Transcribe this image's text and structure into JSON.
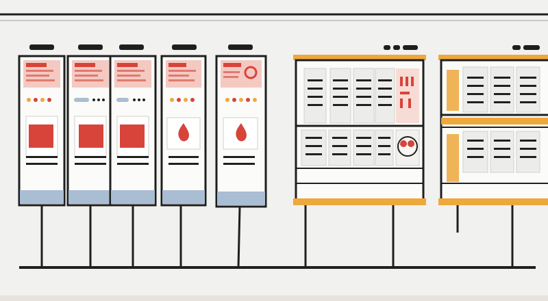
{
  "palette": {
    "background": "#f1f1ef",
    "outline": "#1f1f1f",
    "red": "#d8433a",
    "pink": "#f3b6ae",
    "blue": "#a9bdd3",
    "orange": "#efa83b",
    "panel": "#fbfbf9"
  },
  "kiosks": [
    {
      "name": "kiosk-1",
      "emblem": "square"
    },
    {
      "name": "kiosk-2",
      "emblem": "square"
    },
    {
      "name": "kiosk-3",
      "emblem": "square"
    },
    {
      "name": "kiosk-4",
      "emblem": "flame"
    },
    {
      "name": "kiosk-5",
      "emblem": "flame"
    }
  ],
  "display_boards": [
    {
      "name": "menu-board-left",
      "accent": "#efa83b",
      "emblem": "red-dots"
    },
    {
      "name": "menu-board-right",
      "accent": "#efa83b",
      "emblem": "none"
    }
  ]
}
